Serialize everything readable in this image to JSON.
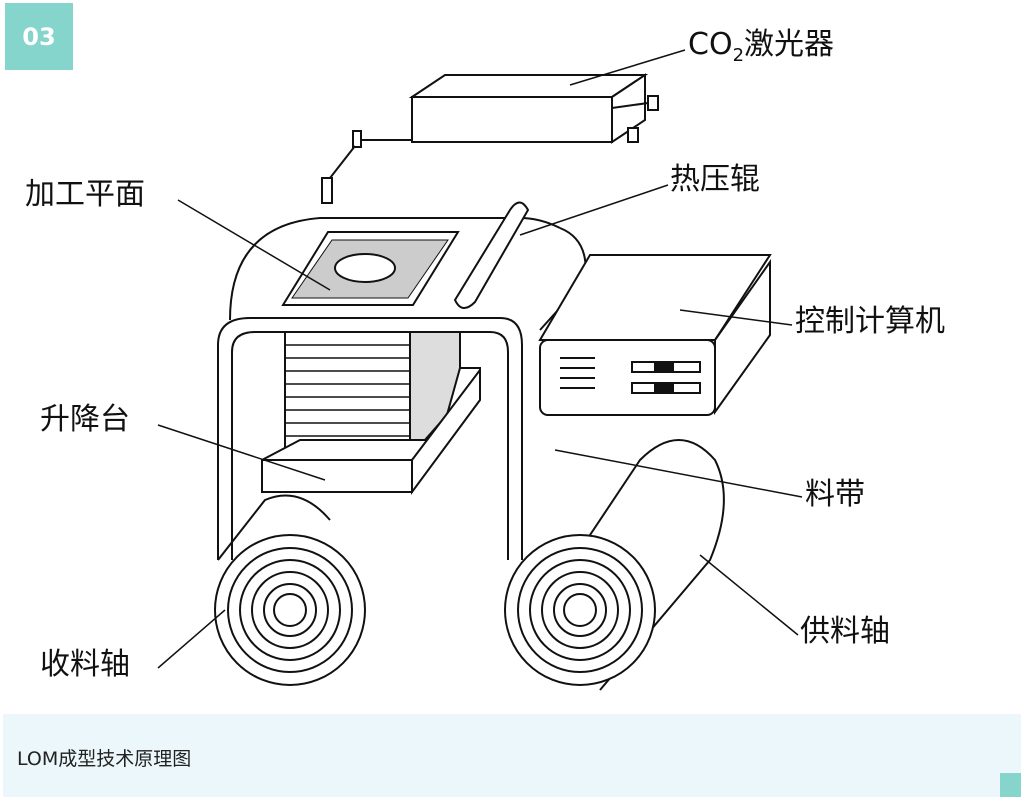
{
  "badge": "03",
  "labels": {
    "laser_prefix": "CO",
    "laser_sub": "2",
    "laser_suffix": "激光器",
    "hot_roller": "热压辊",
    "work_plane": "加工平面",
    "computer": "控制计算机",
    "lift_platform": "升降台",
    "material_strip": "料带",
    "supply_shaft": "供料轴",
    "takeup_shaft": "收料轴"
  },
  "caption": "LOM成型技术原理图",
  "colors": {
    "accent": "#85d5cd",
    "caption_bg": "#ebf7fb"
  }
}
